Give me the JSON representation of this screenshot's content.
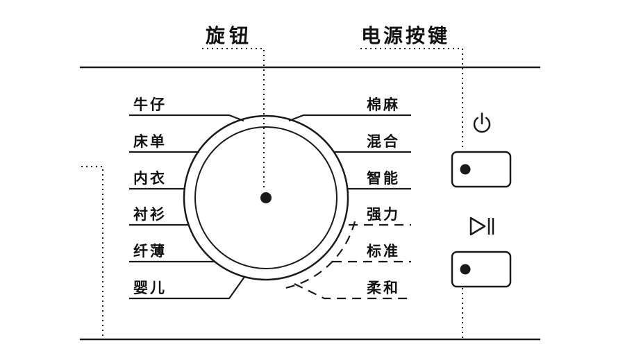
{
  "callouts": {
    "knob": "旋钮",
    "power_button": "电源按键"
  },
  "programs": {
    "left": [
      "牛仔",
      "床单",
      "内衣",
      "衬衫",
      "纤薄",
      "婴儿"
    ],
    "right": [
      "棉麻",
      "混合",
      "智能",
      "强力",
      "标准",
      "柔和"
    ]
  },
  "buttons": {
    "power": {
      "icon": "power-icon",
      "symbol": "⏻"
    },
    "start_pause": {
      "icon": "play-pause-icon",
      "symbol": "⏯"
    }
  },
  "colors": {
    "line": "#1a1a1a",
    "background": "#ffffff"
  }
}
